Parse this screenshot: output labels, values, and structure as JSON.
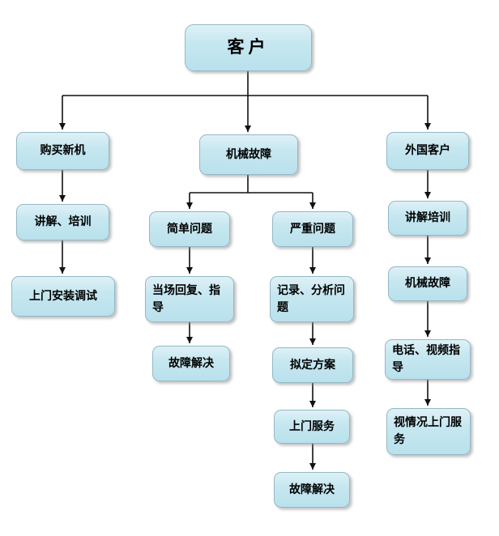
{
  "diagram": {
    "type": "flowchart",
    "colors": {
      "box_fill": "#c6e7f0",
      "box_border": "#94b9c6",
      "arrow": "#111111",
      "background": "#ffffff"
    }
  },
  "nodes": {
    "customer": {
      "label": "客户"
    },
    "buy_new": {
      "label": "购买新机"
    },
    "explain_train": {
      "label": "讲解、培训"
    },
    "onsite_install": {
      "label": "上门安装调试"
    },
    "mech_fault": {
      "label": "机械故障"
    },
    "simple_issue": {
      "label": "简单问题"
    },
    "serious_issue": {
      "label": "严重问题"
    },
    "onspot_reply": {
      "label": "当场回复、指导"
    },
    "fault_solved_simple": {
      "label": "故障解决"
    },
    "record_analyze": {
      "label": "记录、分析问题"
    },
    "draft_plan": {
      "label": "拟定方案"
    },
    "onsite_service": {
      "label": "上门服务"
    },
    "fault_solved_serious": {
      "label": "故障解决"
    },
    "foreign_customer": {
      "label": "外国客户"
    },
    "explain_train_foreign": {
      "label": "讲解培训"
    },
    "mech_fault_foreign": {
      "label": "机械故障"
    },
    "phone_video_guide": {
      "label": "电话、视频指导"
    },
    "onsite_depend": {
      "label": "视情况上门服务"
    }
  },
  "edges": [
    {
      "from": "customer",
      "to": "buy_new"
    },
    {
      "from": "customer",
      "to": "mech_fault"
    },
    {
      "from": "customer",
      "to": "foreign_customer"
    },
    {
      "from": "buy_new",
      "to": "explain_train"
    },
    {
      "from": "explain_train",
      "to": "onsite_install"
    },
    {
      "from": "mech_fault",
      "to": "simple_issue"
    },
    {
      "from": "mech_fault",
      "to": "serious_issue"
    },
    {
      "from": "simple_issue",
      "to": "onspot_reply"
    },
    {
      "from": "onspot_reply",
      "to": "fault_solved_simple"
    },
    {
      "from": "serious_issue",
      "to": "record_analyze"
    },
    {
      "from": "record_analyze",
      "to": "draft_plan"
    },
    {
      "from": "draft_plan",
      "to": "onsite_service"
    },
    {
      "from": "onsite_service",
      "to": "fault_solved_serious"
    },
    {
      "from": "foreign_customer",
      "to": "explain_train_foreign"
    },
    {
      "from": "explain_train_foreign",
      "to": "mech_fault_foreign"
    },
    {
      "from": "mech_fault_foreign",
      "to": "phone_video_guide"
    },
    {
      "from": "phone_video_guide",
      "to": "onsite_depend"
    }
  ]
}
